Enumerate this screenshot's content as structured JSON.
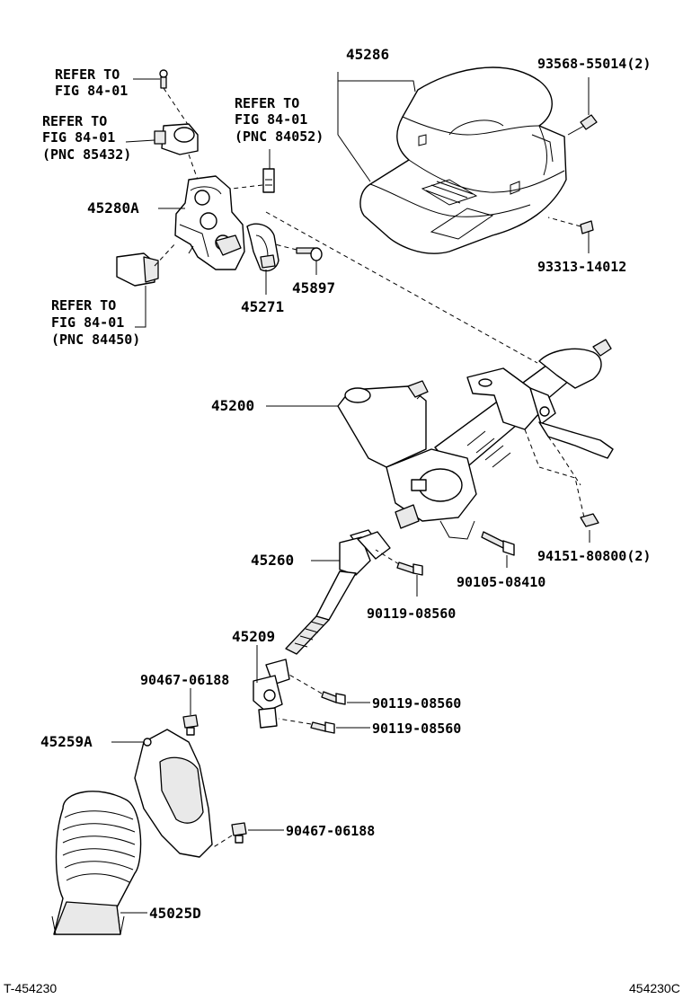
{
  "labels": {
    "p45286": "45286",
    "p93568": "93568-55014(2)",
    "p93313": "93313-14012",
    "p45280A": "45280A",
    "p45897": "45897",
    "p45271": "45271",
    "p45200": "45200",
    "p94151": "94151-80800(2)",
    "p45260": "45260",
    "p90105": "90105-08410",
    "p90119_a": "90119-08560",
    "p45209": "45209",
    "p90467_a": "90467-06188",
    "p90119_b": "90119-08560",
    "p90119_c": "90119-08560",
    "p45259A": "45259A",
    "p90467_b": "90467-06188",
    "p45025D": "45025D"
  },
  "refs": {
    "ref1": [
      "REFER TO",
      "FIG 84-01"
    ],
    "ref2": [
      "REFER TO",
      "FIG 84-01",
      "(PNC 85432)"
    ],
    "ref3": [
      "REFER TO",
      "FIG 84-01",
      "(PNC 84052)"
    ],
    "ref4": [
      "REFER TO",
      "FIG 84-01",
      "(PNC 84450)"
    ]
  },
  "footer": {
    "left": "T-454230",
    "right": "454230C"
  }
}
